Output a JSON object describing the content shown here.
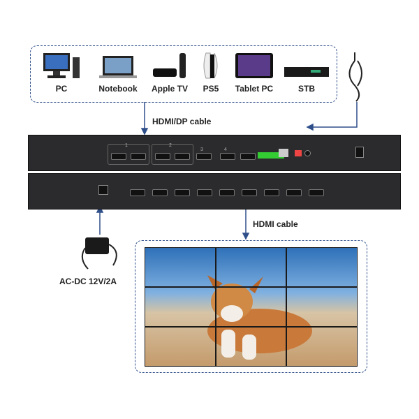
{
  "sources": {
    "devices": [
      {
        "label": "PC",
        "icon": "desktop-pc-icon"
      },
      {
        "label": "Notebook",
        "icon": "laptop-icon"
      },
      {
        "label": "Apple TV",
        "icon": "apple-tv-icon"
      },
      {
        "label": "PS5",
        "icon": "ps5-console-icon"
      },
      {
        "label": "Tablet PC",
        "icon": "tablet-icon"
      },
      {
        "label": "STB",
        "icon": "set-top-box-icon"
      }
    ]
  },
  "cables": {
    "input": "HDMI/DP cable",
    "output": "HDMI cable"
  },
  "switcher": {
    "input_numbers": [
      "1",
      "2",
      "3",
      "4"
    ]
  },
  "power": {
    "label": "AC-DC 12V/2A"
  },
  "colors": {
    "line": "#2f4f8a",
    "device": "#2b2b2d"
  }
}
